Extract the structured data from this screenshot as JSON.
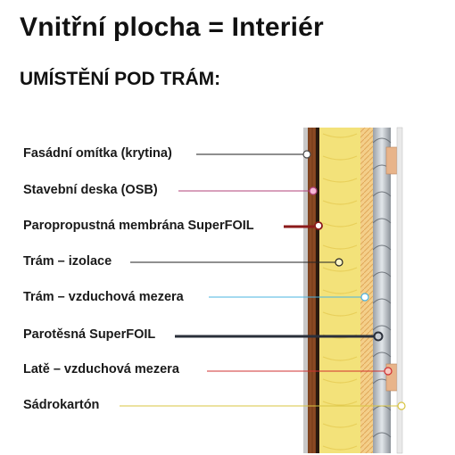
{
  "heading": {
    "title": "Vnitřní plocha = Interiér",
    "subtitle": "UMÍSTĚNÍ POD TRÁM:"
  },
  "layers": [
    {
      "label": "Fasádní omítka (krytina)",
      "color": "#4a4a4a"
    },
    {
      "label": "Stavební deska (OSB)",
      "color": "#b0407a"
    },
    {
      "label": "Paropropustná membrána SuperFOIL",
      "color": "#8b1a1a"
    },
    {
      "label": "Trám – izolace",
      "color": "#222222"
    },
    {
      "label": "Trám – vzduchová mezera",
      "color": "#4ab4e0"
    },
    {
      "label": "Parotěsná SuperFOIL",
      "color": "#2a2f3a"
    },
    {
      "label": "Latě – vzduchová mezera",
      "color": "#d03030"
    },
    {
      "label": "Sádrokartón",
      "color": "#d8c440"
    }
  ]
}
